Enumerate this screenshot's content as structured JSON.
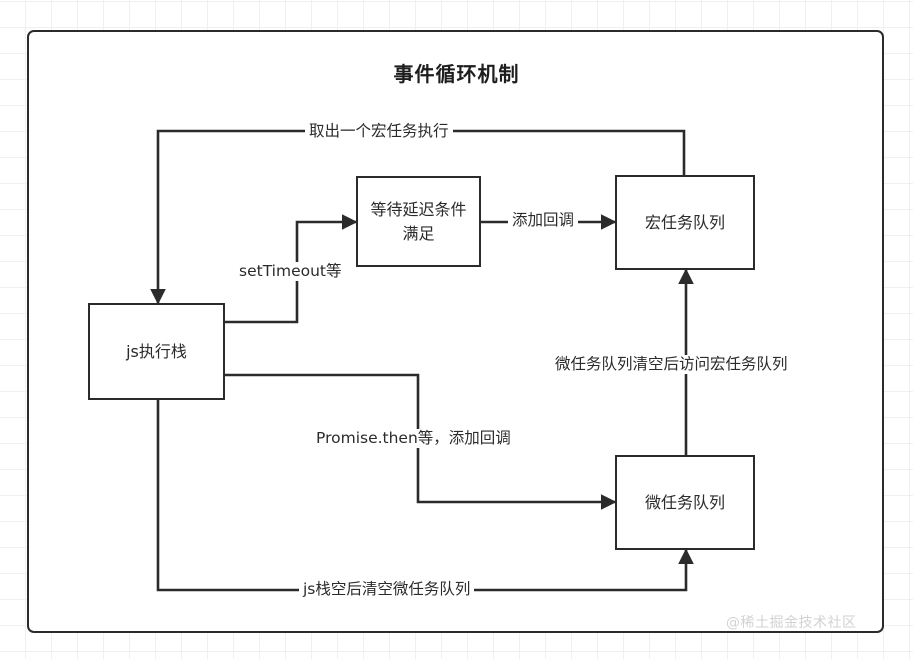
{
  "diagram": {
    "title": "事件循环机制",
    "watermark": "@稀土掘金技术社区",
    "nodes": [
      {
        "id": "js-stack",
        "label": "js执行栈"
      },
      {
        "id": "delay",
        "label": "等待延迟条件满足"
      },
      {
        "id": "macrotask",
        "label": "宏任务队列"
      },
      {
        "id": "microtask",
        "label": "微任务队列"
      }
    ],
    "edges": [
      {
        "id": "take-macrotask",
        "from": "macrotask",
        "to": "js-stack",
        "label": "取出一个宏任务执行"
      },
      {
        "id": "settimeout",
        "from": "js-stack",
        "to": "delay",
        "label": "setTimeout等"
      },
      {
        "id": "add-callback",
        "from": "delay",
        "to": "macrotask",
        "label": "添加回调"
      },
      {
        "id": "promise-then",
        "from": "js-stack",
        "to": "microtask",
        "label": "Promise.then等，添加回调"
      },
      {
        "id": "after-clear",
        "from": "microtask",
        "to": "macrotask",
        "label": "微任务队列清空后访问宏任务队列"
      },
      {
        "id": "js-stack-empty",
        "from": "js-stack",
        "to": "microtask",
        "label": "js栈空后清空微任务队列"
      }
    ],
    "colors": {
      "stroke": "#2b2b2b",
      "background": "#ffffff",
      "grid": "#f0f0f0",
      "watermark": "#d2d2d2"
    }
  }
}
